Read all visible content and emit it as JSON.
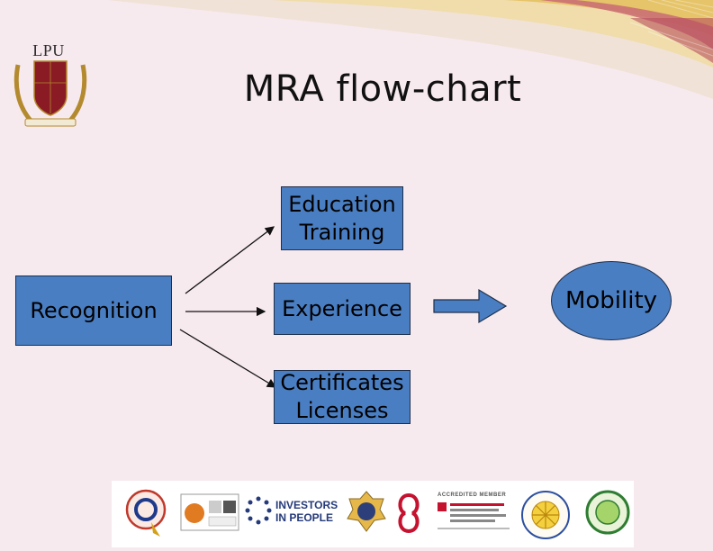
{
  "slide": {
    "title": "MRA flow-chart",
    "logo_text": "LPU"
  },
  "diagram": {
    "nodes": {
      "recognition": "Recognition",
      "education_line1": "Education",
      "education_line2": "Training",
      "experience": "Experience",
      "certificates_line1": "Certificates",
      "certificates_line2": "Licenses",
      "mobility": "Mobility"
    }
  },
  "footer": {
    "investors_line1": "INVESTORS",
    "investors_line2": "IN PEOPLE",
    "accredited_member": "ACCREDITED MEMBER"
  },
  "colors": {
    "box_fill": "#4a7ec2",
    "box_border": "#1d2f4a",
    "background": "#f7eaef",
    "swoosh_gold": "#e6c46a",
    "swoosh_maroon": "#b8505e"
  }
}
